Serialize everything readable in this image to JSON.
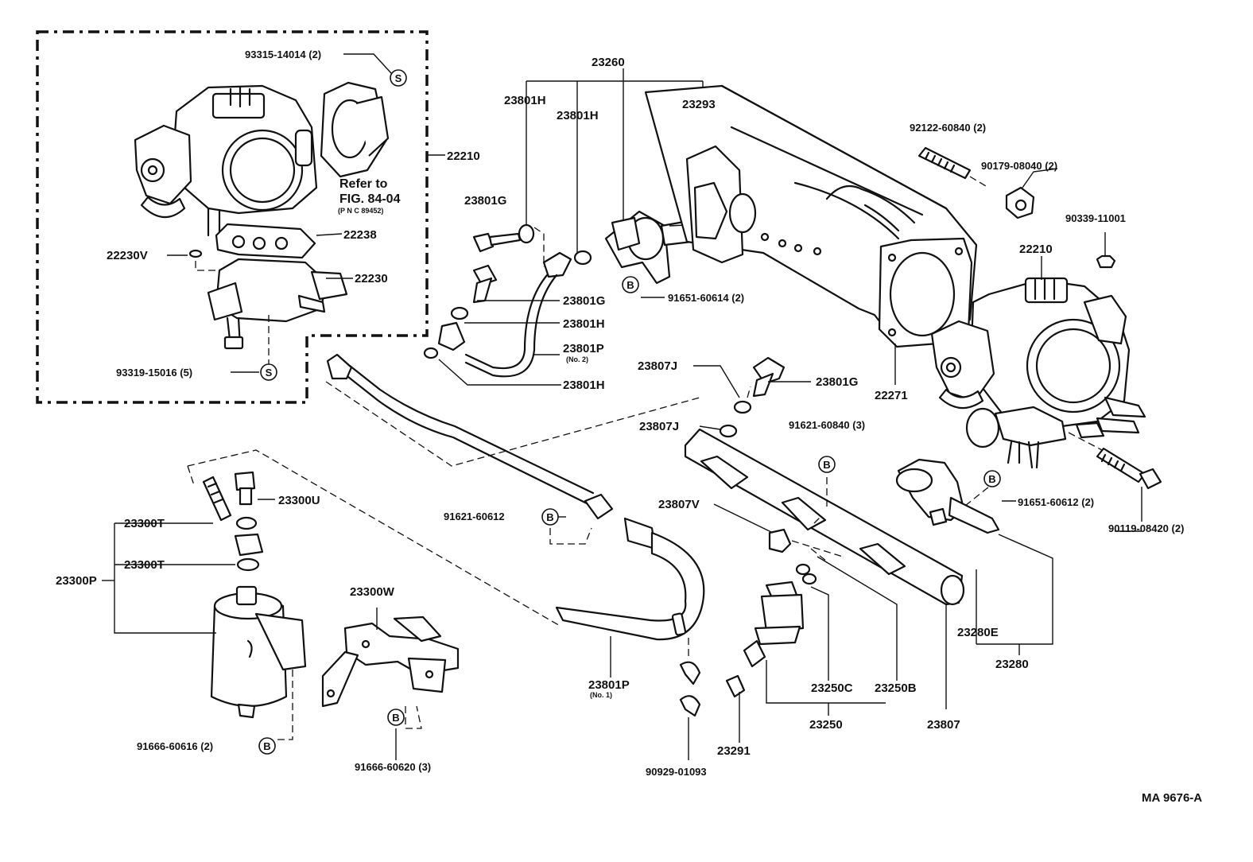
{
  "parts": {
    "p93315_14014": "93315-14014 (2)",
    "p22210_a": "22210",
    "refer_to": "Refer to",
    "fig": "FIG. 84-04",
    "pnc": "(P N C 89452)",
    "p22238": "22238",
    "p22230v": "22230V",
    "p22230": "22230",
    "p93319_15016": "93319-15016 (5)",
    "p23260": "23260",
    "p23801h_1": "23801H",
    "p23801h_2": "23801H",
    "p23293": "23293",
    "p23801g_1": "23801G",
    "p23801g_2": "23801G",
    "p23801h_3": "23801H",
    "p23801p_2": "23801P",
    "p23801p_2_note": "(No. 2)",
    "p23801h_4": "23801H",
    "p91651_60614": "91651-60614 (2)",
    "p92122_60840": "92122-60840 (2)",
    "p90179_08040": "90179-08040 (2)",
    "p90339_11001": "90339-11001",
    "p22210_b": "22210",
    "p22271": "22271",
    "p23807j_1": "23807J",
    "p23801g_3": "23801G",
    "p23807j_2": "23807J",
    "p91621_60840": "91621-60840 (3)",
    "p91651_60612": "91651-60612 (2)",
    "p90119_08420": "90119-08420 (2)",
    "p23300u": "23300U",
    "p23300t_1": "23300T",
    "p23300t_2": "23300T",
    "p23300p": "23300P",
    "p91621_60612": "91621-60612",
    "p23807v": "23807V",
    "p23280e": "23280E",
    "p23280": "23280",
    "p23300w": "23300W",
    "p23801p_1": "23801P",
    "p23801p_1_note": "(No. 1)",
    "p23250c": "23250C",
    "p23250b": "23250B",
    "p23250": "23250",
    "p23807": "23807",
    "p91666_60616": "91666-60616 (2)",
    "p91666_60620": "91666-60620 (3)",
    "p23291": "23291",
    "p90929_01093": "90929-01093"
  },
  "markers": {
    "s": "S",
    "b": "B"
  },
  "figure_id": "MA 9676-A"
}
